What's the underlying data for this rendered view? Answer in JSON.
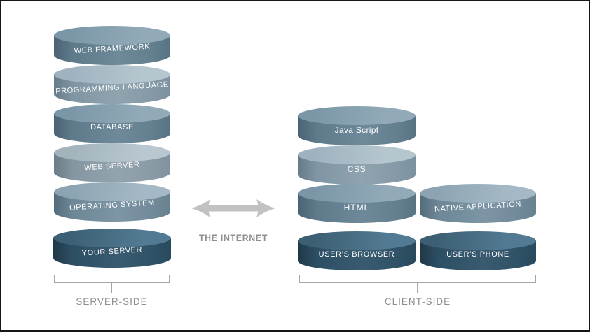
{
  "diagram": {
    "title_implicit": "Server-side vs client-side web stack",
    "server_stack": {
      "group_label": "SERVER-SIDE",
      "items": [
        {
          "label": "WEB FRAMEWORK",
          "tone": "medium"
        },
        {
          "label": "PROGRAMMING LANGUAGE",
          "tone": "light"
        },
        {
          "label": "DATABASE",
          "tone": "medium"
        },
        {
          "label": "WEB SERVER",
          "tone": "gray"
        },
        {
          "label": "OPERATING SYSTEM",
          "tone": "mid"
        },
        {
          "label": "YOUR SERVER",
          "tone": "dark"
        }
      ]
    },
    "client_stack": {
      "group_label": "CLIENT-SIDE",
      "browser_items": [
        {
          "label": "Java Script",
          "tone": "medium"
        },
        {
          "label": "CSS",
          "tone": "light"
        },
        {
          "label": "HTML",
          "tone": "medium"
        },
        {
          "label": "USER’S BROWSER",
          "tone": "dark"
        }
      ],
      "phone_items": [
        {
          "label": "NATIVE APPLICATION",
          "tone": "mid"
        },
        {
          "label": "USER’S PHONE",
          "tone": "dark"
        }
      ]
    },
    "connector": {
      "label": "THE INTERNET"
    }
  },
  "colors": {
    "disk_medium": "#5e7a8b",
    "disk_light": "#8095a3",
    "disk_gray": "#8496a1",
    "disk_mid": "#6d8797",
    "disk_dark": "#2d4f64",
    "disk_top_highlight": "#a9bcc7",
    "arrow_gray": "#c2c2c2",
    "annotation_gray": "#8f8f8f",
    "bracket_gray": "#a6a6a6",
    "background": "#ffffff",
    "border": "#161616"
  }
}
